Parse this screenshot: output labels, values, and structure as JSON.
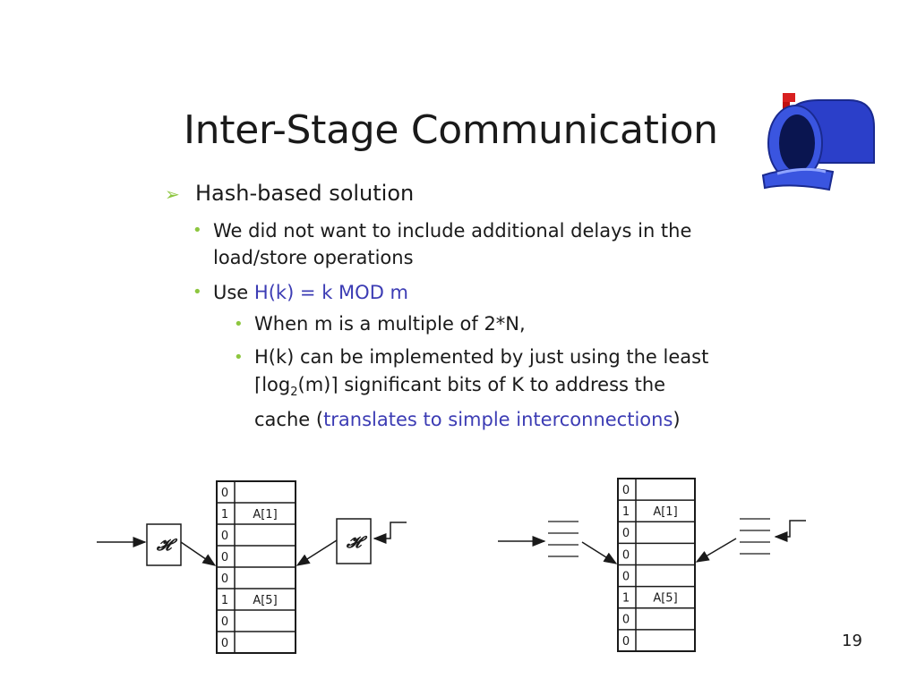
{
  "slide": {
    "title": "Inter-Stage Communication",
    "page_number": "19",
    "bullet1": "Hash-based solution",
    "bullet2a": "We did not want to include additional delays in the",
    "bullet2b": "load/store operations",
    "bullet3_prefix": "Use ",
    "bullet3_formula": "H(k) = k MOD m",
    "bullet4": "When m is a multiple of 2*N,",
    "bullet5a": "H(k) can be implemented by just using the least",
    "bullet5b_pre": "⌈log",
    "bullet5b_sub": "2",
    "bullet5b_post": "(m)⌉  significant bits of K to address the",
    "bullet5c_pre": "cache (",
    "bullet5c_link": "translates to simple interconnections",
    "bullet5c_post": ")"
  },
  "left_diagram": {
    "hash_label": "𝓗",
    "cells": [
      "0",
      "1",
      "0",
      "0",
      "0",
      "1",
      "0",
      "0"
    ],
    "entries": [
      "",
      "A[1]",
      "",
      "",
      "",
      "A[5]",
      "",
      ""
    ]
  },
  "right_diagram": {
    "cells": [
      "0",
      "1",
      "0",
      "0",
      "0",
      "1",
      "0",
      "0"
    ],
    "entries": [
      "",
      "A[1]",
      "",
      "",
      "",
      "A[5]",
      "",
      ""
    ]
  },
  "colors": {
    "bullet_marker": "#8dc63f",
    "accent_text": "#3c3cb4",
    "mailbox": "#2b3fc9"
  },
  "icons": [
    "mailbox-icon",
    "arrowhead-bullet-icon"
  ]
}
